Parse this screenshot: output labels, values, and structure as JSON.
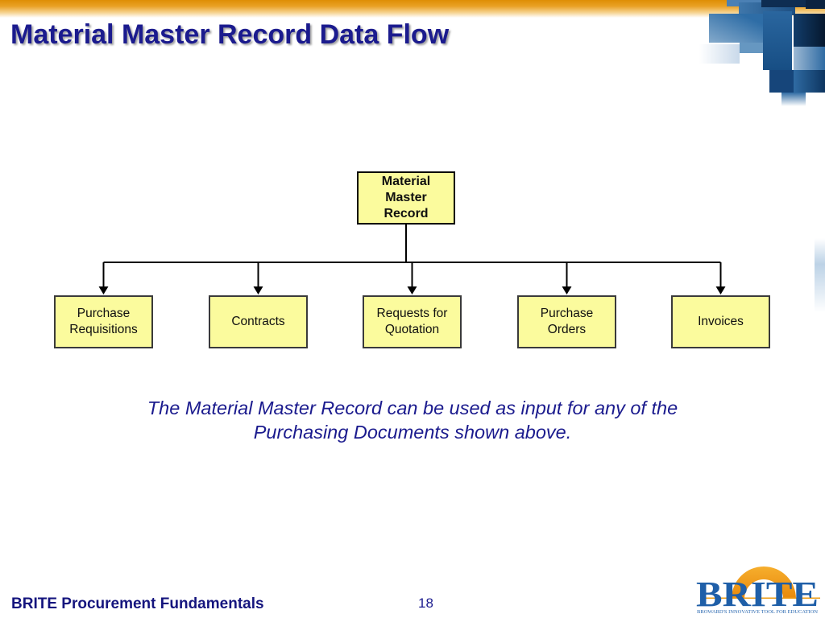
{
  "slide": {
    "title": "Material Master Record Data Flow",
    "note": "The Material Master Record can be used as input for any of the\nPurchasing Documents shown above."
  },
  "flowchart": {
    "root": {
      "label": "Material\nMaster\nRecord"
    },
    "children": [
      {
        "label": "Purchase\nRequisitions"
      },
      {
        "label": "Contracts"
      },
      {
        "label": "Requests for\nQuotation"
      },
      {
        "label": "Purchase\nOrders"
      },
      {
        "label": "Invoices"
      }
    ]
  },
  "footer": {
    "course_title": "BRITE Procurement Fundamentals",
    "page_number": "18"
  },
  "logo": {
    "wordmark": "BRITE",
    "tagline": "BROWARD'S INNOVATIVE TOOL FOR EDUCATION"
  },
  "colors": {
    "title_text": "#1B1B8E",
    "note_text": "#1B1B8E",
    "box_fill": "#FBFB9D",
    "root_box_border": "#000000",
    "child_box_border": "#3A3A3A",
    "connector": "#000000",
    "top_band_orange": "#DE8E05",
    "footer_text": "#15157E",
    "logo_blue": "#1F5FA8",
    "logo_orange": "#EE9912"
  }
}
